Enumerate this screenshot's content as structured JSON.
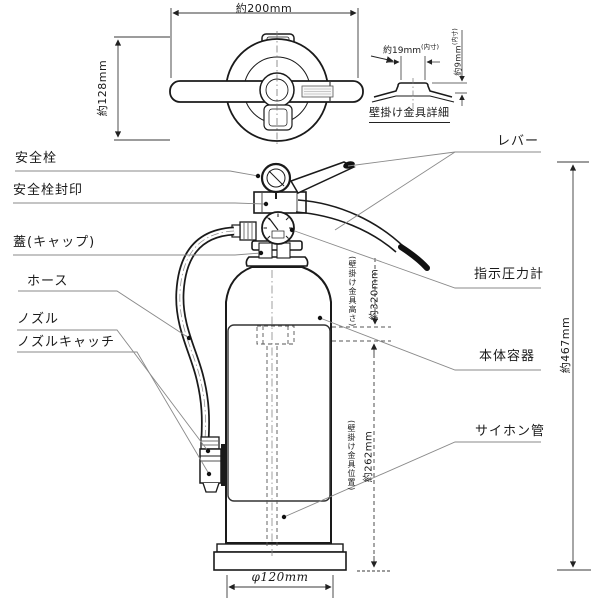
{
  "drawing": {
    "subject": "fire-extinguisher-technical-drawing",
    "views": [
      "top-view",
      "side-view",
      "wall-bracket-detail"
    ]
  },
  "labels": {
    "left": [
      "安全栓",
      "安全栓封印",
      "蓋(キャップ)",
      "ホース",
      "ノズル",
      "ノズルキャッチ"
    ],
    "right": [
      "レバー",
      "指示圧力計",
      "本体容器",
      "サイホン管"
    ]
  },
  "dimensions": {
    "top_width": "約200mm",
    "top_depth": "約128mm",
    "total_height": "約467mm",
    "bracket_height": "約320mm",
    "bracket_height_note": "(壁掛け金具高さ)",
    "bracket_position": "約262mm",
    "bracket_position_note": "(壁掛け金具位置)",
    "bottom_diameter": "φ120mm",
    "bracket_inner_width": "約19mm",
    "bracket_inner_width_note": "(内寸)",
    "bracket_inner_height": "約9mm",
    "bracket_inner_height_note": "(内寸)"
  },
  "bracket_detail": {
    "caption": "壁掛け金具詳細"
  },
  "colors": {
    "line": "#1a1a1a",
    "leader": "#8a8a8a",
    "dimension": "#3a3a3a",
    "background": "#ffffff"
  }
}
